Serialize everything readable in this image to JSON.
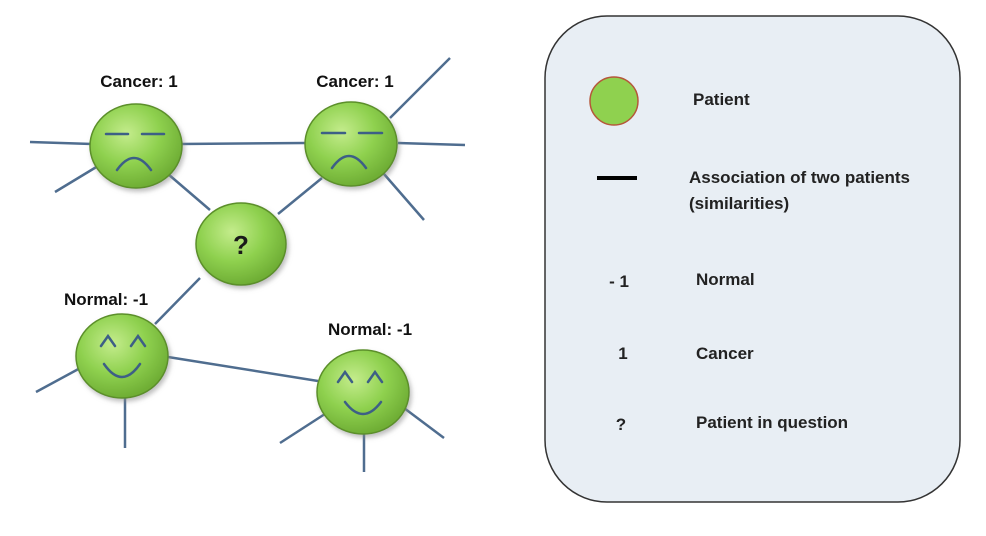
{
  "nodes": {
    "cancer_1": {
      "label": "Cancer: 1"
    },
    "cancer_2": {
      "label": "Cancer: 1"
    },
    "question": {
      "symbol": "?"
    },
    "normal_1": {
      "label": "Normal: -1"
    },
    "normal_2": {
      "label": "Normal: -1"
    }
  },
  "legend": {
    "patient": {
      "text": "Patient"
    },
    "association": {
      "line1": "Association of two patients",
      "line2": "(similarities)"
    },
    "normal": {
      "symbol": "- 1",
      "text": "Normal"
    },
    "cancer": {
      "symbol": "1",
      "text": "Cancer"
    },
    "question": {
      "symbol": "?",
      "text": "Patient in question"
    }
  },
  "colors": {
    "node_fill": "#8fd14f",
    "node_outline": "#5b8f2a",
    "edge": "#4f6d8f",
    "legend_bg": "#e8eef4"
  }
}
